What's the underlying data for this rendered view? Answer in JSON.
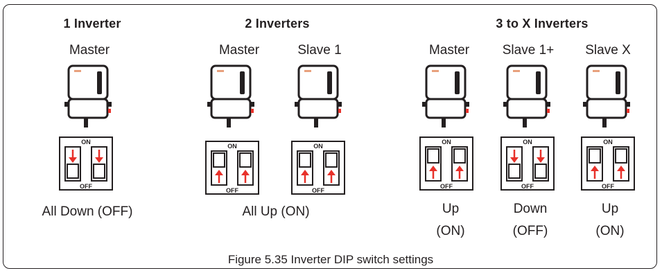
{
  "diagram": {
    "groups": [
      {
        "title": "1 Inverter",
        "units": [
          {
            "role": "Master",
            "switch": "down"
          }
        ],
        "state": "All Down (OFF)"
      },
      {
        "title": "2 Inverters",
        "units": [
          {
            "role": "Master",
            "switch": "up"
          },
          {
            "role": "Slave 1",
            "switch": "up"
          }
        ],
        "state": "All Up (ON)"
      },
      {
        "title": "3 to X Inverters",
        "units": [
          {
            "role": "Master",
            "switch": "up",
            "state_line1": "Up",
            "state_line2": "(ON)"
          },
          {
            "role": "Slave 1+",
            "switch": "down",
            "state_line1": "Down",
            "state_line2": "(OFF)"
          },
          {
            "role": "Slave X",
            "switch": "up",
            "state_line1": "Up",
            "state_line2": "(ON)"
          }
        ]
      }
    ],
    "switch_labels": {
      "on": "ON",
      "off": "OFF"
    },
    "caption": "Figure 5.35 Inverter DIP switch settings",
    "colors": {
      "line": "#231f20",
      "arrow": "#e8312a",
      "display": "#231f20"
    },
    "icons": {
      "inverter": "inverter-icon",
      "dip_switch": "dip-switch-icon",
      "arrow": "arrow-icon"
    }
  }
}
